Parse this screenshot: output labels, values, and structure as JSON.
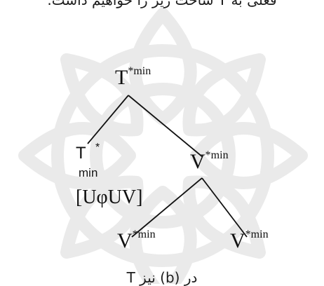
{
  "header": {
    "text": "فعلی به T ساخت زیر را خواهیم داشت."
  },
  "tree": {
    "root": {
      "label": "T",
      "superscript": "*min"
    },
    "left_child": {
      "label": "T",
      "superscript": "*",
      "subscript": "min",
      "feature": "[UφUV]"
    },
    "right_child": {
      "label": "V",
      "superscript": "*min"
    },
    "grandchild_left": {
      "label": "V",
      "superscript": "*min"
    },
    "grandchild_right": {
      "label": "V",
      "superscript": "*min"
    }
  },
  "footer": {
    "text": "در (b) نیز T"
  },
  "colors": {
    "watermark": "#e8e8e8",
    "lines": "#111111"
  }
}
